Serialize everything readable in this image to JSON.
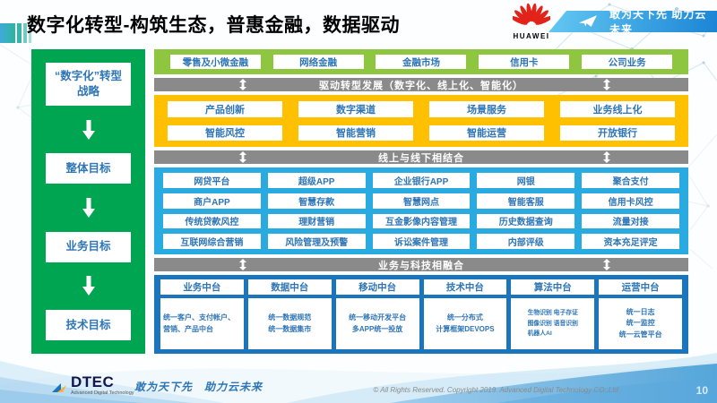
{
  "title": "数字化转型-构筑生态，普惠金融，数据驱动",
  "header": {
    "huawei_label": "HUAWEI",
    "banner_slogan": "敢为天下先 助力云未来"
  },
  "sidebar": {
    "items": [
      {
        "label": "“数字化”转型战略"
      },
      {
        "label": "整体目标"
      },
      {
        "label": "业务目标"
      },
      {
        "label": "技术目标"
      }
    ]
  },
  "business_band": {
    "items": [
      "零售及小微金融",
      "网络金融",
      "金融市场",
      "信用卡",
      "公司业务"
    ]
  },
  "banners": {
    "drive": "驱动转型发展（数字化、线上化、智能化）",
    "online_offline": "线上与线下相结合",
    "tech_fusion": "业务与科技相融合"
  },
  "capability_grid": {
    "rows": [
      [
        "产品创新",
        "数字渠道",
        "场景服务",
        "业务线上化"
      ],
      [
        "智能风控",
        "智能营销",
        "智能运营",
        "开放银行"
      ]
    ]
  },
  "channel_grid": {
    "rows": [
      [
        "网贷平台",
        "超级APP",
        "企业银行APP",
        "网银",
        "聚合支付"
      ],
      [
        "商户APP",
        "智慧存款",
        "智慧网点",
        "智能客服",
        "信用卡风控"
      ],
      [
        "传统贷款风控",
        "理财营销",
        "互金影像内容管理",
        "历史数据查询",
        "流量对接"
      ],
      [
        "互联网综合营销",
        "风险管理及预警",
        "诉讼案件管理",
        "内部评级",
        "资本充足评定"
      ]
    ]
  },
  "platform_grid": {
    "columns": [
      {
        "header": "业务中台",
        "detail": "统一客户、支付帐户、营销、产品中台"
      },
      {
        "header": "数据中台",
        "detail": "统一数据规范\n统一数据集市"
      },
      {
        "header": "移动中台",
        "detail": "统一移动开发平台\n多APP统一投放"
      },
      {
        "header": "技术中台",
        "detail": "统一分布式\n计算框架DEVOPS"
      },
      {
        "header": "算法中台",
        "detail": "生物识别 电子存证\n图像识别 语音识别\n机器人AI"
      },
      {
        "header": "运营中台",
        "detail": "统一日志\n统一监控\n统一云管平台"
      }
    ]
  },
  "footer": {
    "logo_text": "DTEC",
    "logo_subtext": "Advanced Digital Technology",
    "slogan": "敢为天下先　助力云未来",
    "copyright": "© All Rights Reserved. Copyright 2019. Advanced Digital Technology CO.,Ltd",
    "page_number": "10"
  },
  "colors": {
    "sidebar_green": "#00A551",
    "band_light_green": "#8FC640",
    "banner_gray": "#8A8A8A",
    "capability_yellow": "#FFC000",
    "channel_cyan": "#29ABE2",
    "platform_blue": "#1B75BC",
    "box_text_blue": "#2E75B6",
    "huawei_red": "#E2231A"
  }
}
